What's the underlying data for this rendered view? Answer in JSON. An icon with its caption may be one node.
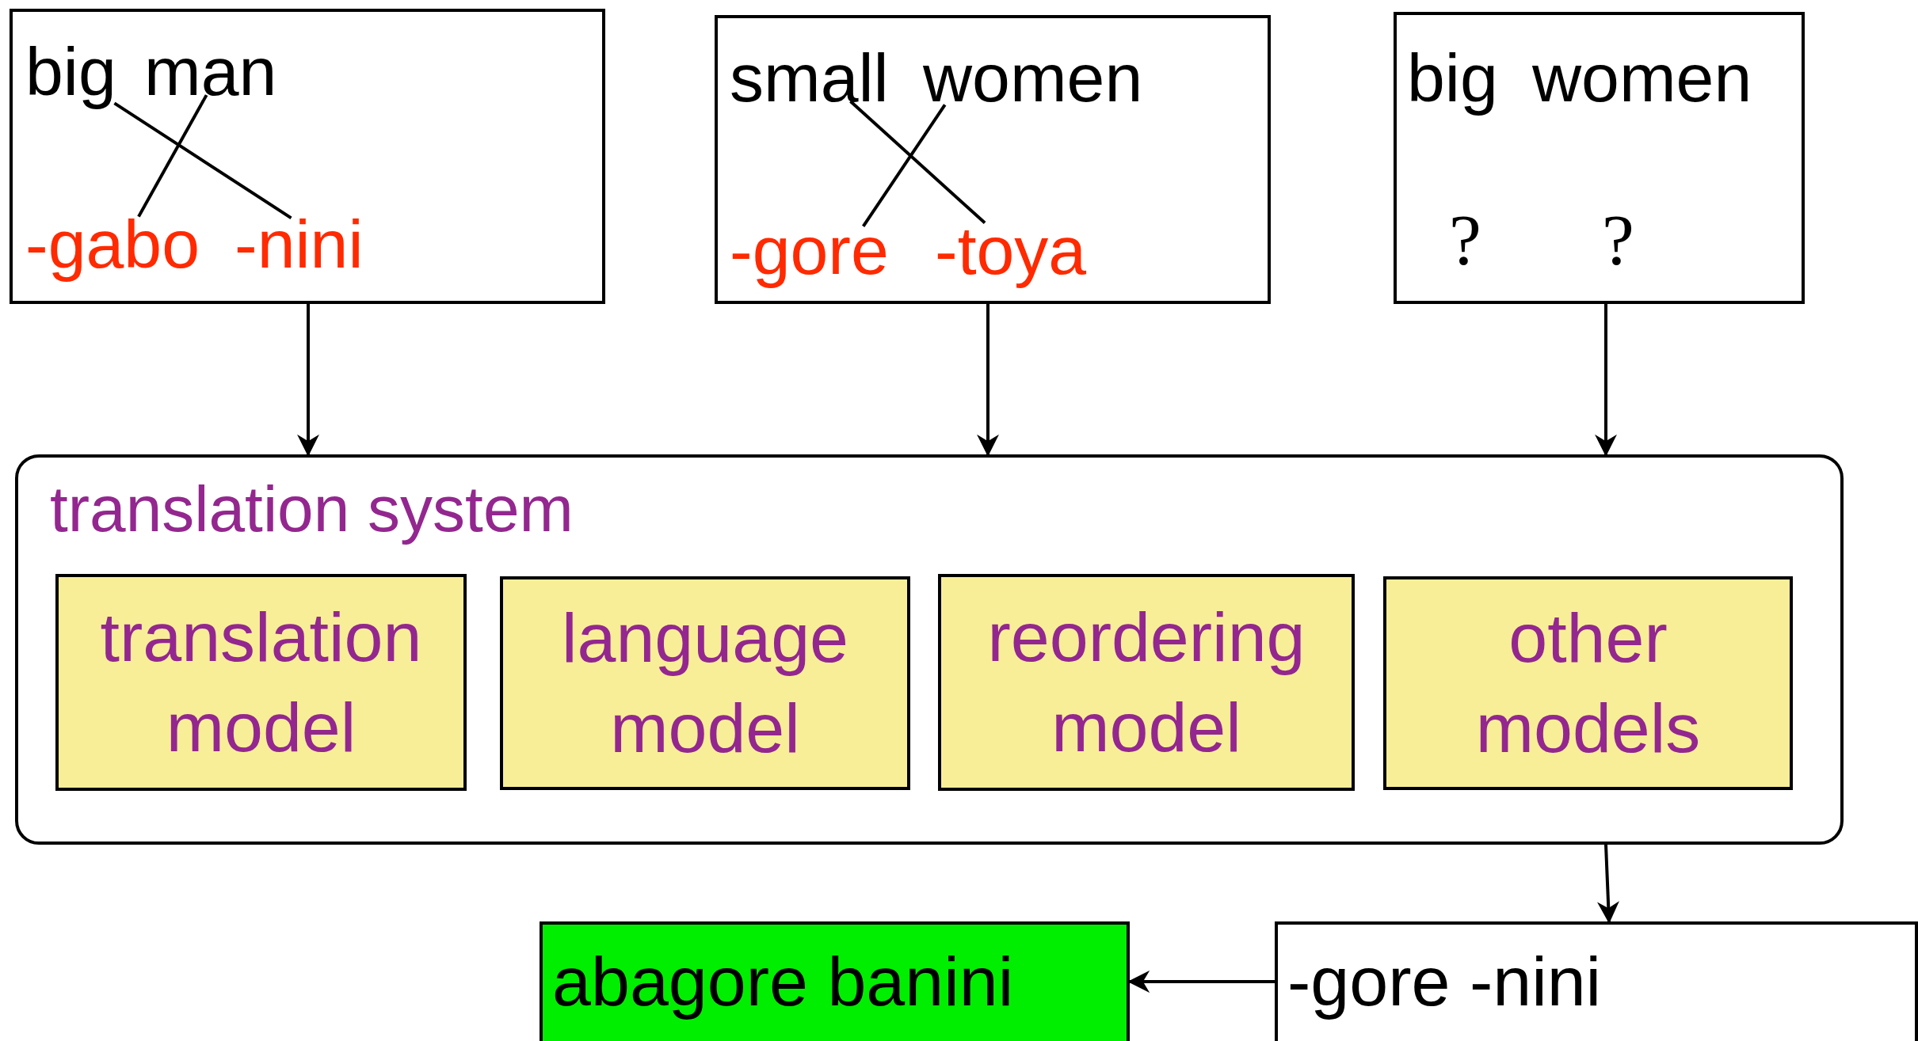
{
  "diagram": {
    "nodes": [
      {
        "text": [],
        "shape": "box"
      },
      {
        "text": [
          "big"
        ],
        "in": 0
      },
      {
        "text": [
          "man"
        ],
        "in": 0
      },
      {
        "text": [
          "-gabo"
        ],
        "in": 0
      },
      {
        "text": [
          "-nini"
        ],
        "in": 0
      },
      {
        "text": [],
        "shape": "box"
      },
      {
        "text": [
          "small"
        ],
        "in": 5
      },
      {
        "text": [
          "women"
        ],
        "in": 5
      },
      {
        "text": [
          "-gore"
        ],
        "in": 5
      },
      {
        "text": [
          "-toya"
        ],
        "in": 5
      },
      {
        "text": [],
        "shape": "box"
      },
      {
        "text": [
          "big"
        ],
        "in": 10
      },
      {
        "text": [
          "women"
        ],
        "in": 10
      },
      {
        "text": [
          "?"
        ],
        "in": 10
      },
      {
        "text": [
          "?"
        ],
        "in": 10
      },
      {
        "text": [
          "translation system"
        ]
      },
      {
        "text": [
          "translation model"
        ],
        "in": 15
      },
      {
        "text": [
          "language model"
        ],
        "in": 15
      },
      {
        "text": [
          "reordering model"
        ],
        "in": 15
      },
      {
        "text": [
          "other models"
        ],
        "in": 15
      },
      {
        "text": [
          "abagore banini"
        ]
      },
      {
        "text": [
          "-gore -nini"
        ]
      }
    ],
    "edges": [
      {
        "from": 1,
        "to": 4,
        "arrow": "none"
      },
      {
        "from": 2,
        "to": 3,
        "arrow": "none"
      },
      {
        "from": 6,
        "to": 9,
        "arrow": "none"
      },
      {
        "from": 7,
        "to": 8,
        "arrow": "none"
      },
      {
        "from": 0,
        "to": 15,
        "arrow": "to"
      },
      {
        "from": 5,
        "to": 15,
        "arrow": "to"
      },
      {
        "from": 10,
        "to": 15,
        "arrow": "to"
      },
      {
        "from": 15,
        "to": 21,
        "arrow": "to"
      },
      {
        "from": 21,
        "to": 20,
        "arrow": "to"
      }
    ]
  }
}
